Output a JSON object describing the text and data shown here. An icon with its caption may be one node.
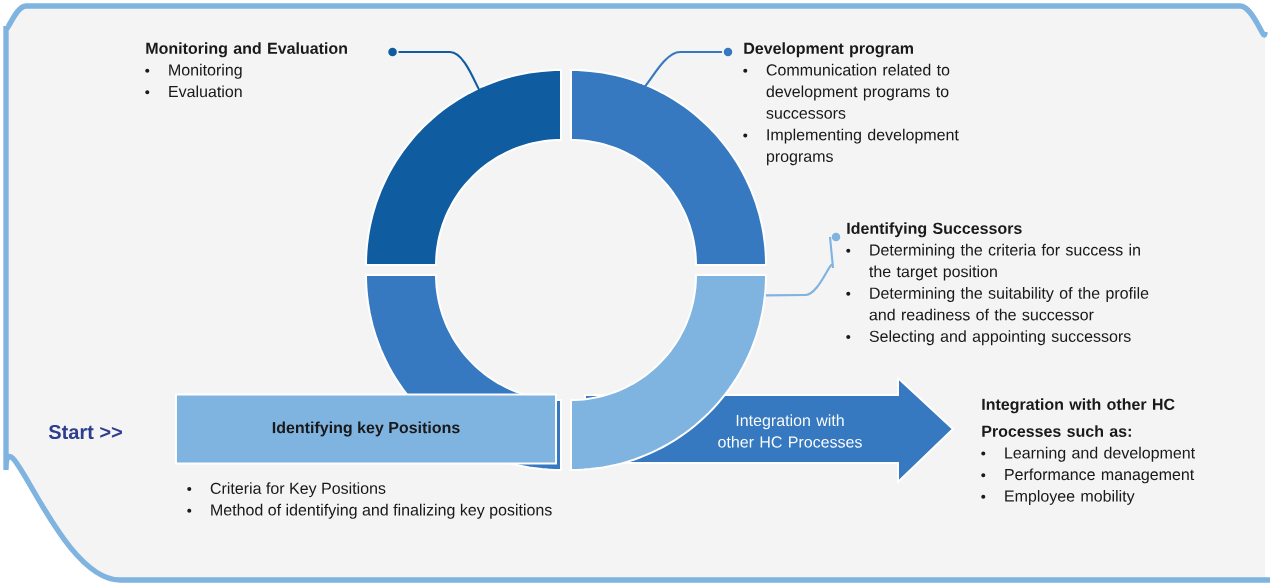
{
  "diagram": {
    "nodes": [
      {
        "text": [
          "Monitoring and Evaluation",
          "Monitoring",
          "Evaluation"
        ]
      },
      {
        "text": [],
        "shape": "arc"
      },
      {
        "text": [
          "Development program",
          "Communication related to development programs to successors",
          "Implementing development programs"
        ]
      },
      {
        "text": [],
        "shape": "arc"
      },
      {
        "text": [
          "Identifying Successors",
          "Determining the criteria for success in the target position",
          "Determining the suitability of the profile and readiness of the successor",
          "Selecting and appointing successors"
        ]
      },
      {
        "text": [],
        "shape": "arc"
      },
      {
        "text": [],
        "shape": "arc"
      },
      {
        "text": [
          "Identifying key Positions"
        ],
        "beside": [
          "Criteria for Key Positions",
          "Method of identifying and finalizing key positions"
        ]
      },
      {
        "text": [
          "Integration with other HC Processes"
        ]
      },
      {
        "text": [
          "Integration with other HC",
          "Processes such as:",
          "Learning and development",
          "Performance management",
          "Employee mobility"
        ]
      }
    ],
    "edges": [
      {
        "from": 0,
        "to": 1,
        "arrow": "none",
        "color": "#0f5ca1"
      },
      {
        "from": 2,
        "to": 3,
        "arrow": "none",
        "color": "#3679c0"
      },
      {
        "from": 4,
        "to": 5,
        "arrow": "none",
        "color": "#7fb3e0"
      }
    ],
    "labels": [
      "Start >>"
    ]
  }
}
